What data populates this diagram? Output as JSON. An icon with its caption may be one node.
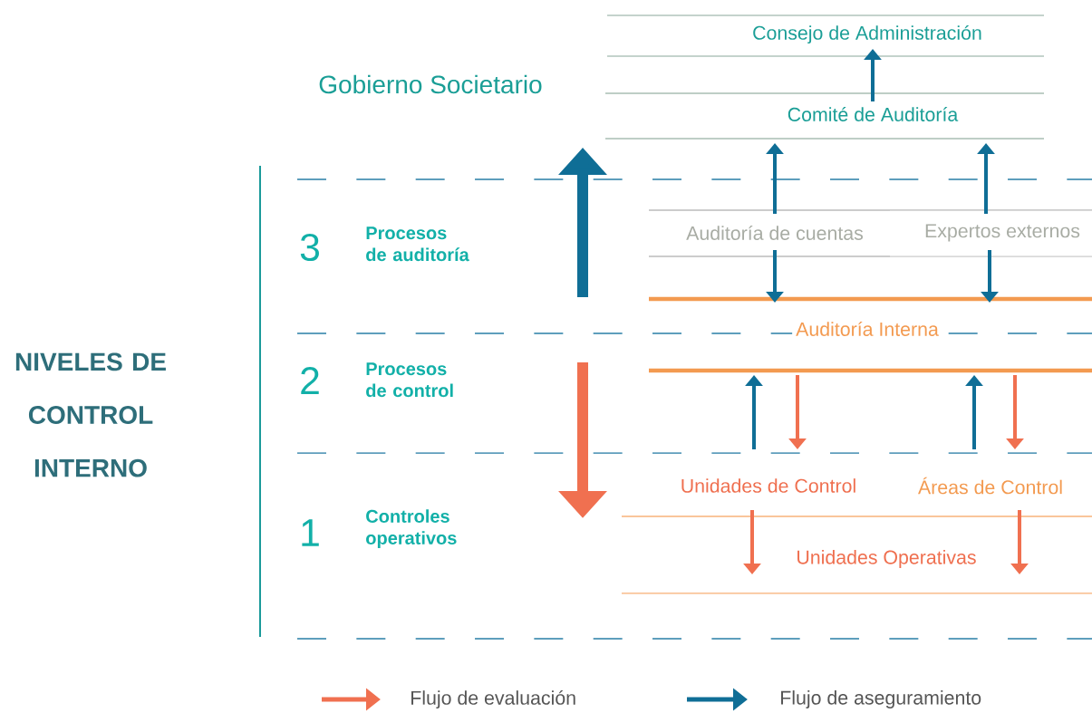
{
  "diagram": {
    "nodes": [
      {
        "text": [
          "Consejo de Administración"
        ]
      },
      {
        "text": [
          "Comité de Auditoría"
        ]
      },
      {
        "text": [
          "Auditoría de cuentas"
        ]
      },
      {
        "text": [
          "Expertos externos"
        ]
      },
      {
        "text": [
          "Auditoría Interna"
        ]
      },
      {
        "text": [
          "Unidades de Control"
        ]
      },
      {
        "text": [
          "Áreas de Control"
        ]
      },
      {
        "text": [
          "Unidades Operativas"
        ]
      }
    ],
    "edges": [
      {
        "from": 1,
        "to": 0,
        "arrow": "to"
      },
      {
        "from": 2,
        "to": 1,
        "arrow": "to"
      },
      {
        "from": 3,
        "to": 1,
        "arrow": "to"
      },
      {
        "from": 2,
        "to": 4,
        "arrow": "to"
      },
      {
        "from": 3,
        "to": 4,
        "arrow": "to"
      },
      {
        "from": 5,
        "to": 4,
        "arrow": "to"
      },
      {
        "from": 4,
        "to": 5,
        "arrow": "to",
        "color": "#f07050"
      },
      {
        "from": 6,
        "to": 4,
        "arrow": "to"
      },
      {
        "from": 4,
        "to": 6,
        "arrow": "to",
        "color": "#f07050"
      },
      {
        "from": 5,
        "to": 7,
        "arrow": "to",
        "color": "#f07050"
      },
      {
        "from": 6,
        "to": 7,
        "arrow": "to",
        "color": "#f07050"
      }
    ],
    "labels": [
      "Gobierno Societario",
      "NIVELES DE CONTROL INTERNO",
      "3",
      "Procesos de auditoría",
      "2",
      "Procesos de control",
      "1",
      "Controles operativos"
    ],
    "legend": [
      {
        "text": "Flujo de evaluación"
      },
      {
        "text": "Flujo de aseguramiento"
      }
    ]
  }
}
